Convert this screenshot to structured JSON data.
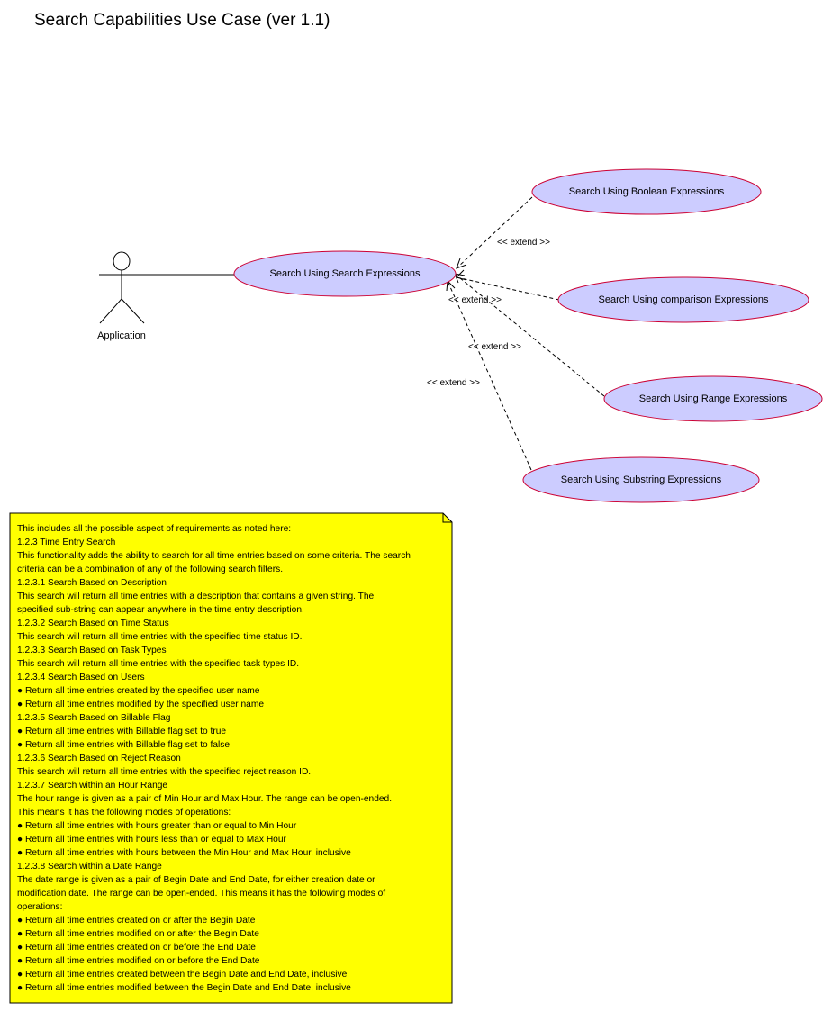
{
  "title": "Search Capabilities Use Case (ver 1.1)",
  "actor": {
    "label": "Application"
  },
  "use_cases": {
    "main": "Search Using Search Expressions",
    "boolean": "Search Using Boolean Expressions",
    "comparison": "Search Using comparison Expressions",
    "range": "Search Using Range Expressions",
    "substring": "Search Using Substring Expressions"
  },
  "relations": {
    "boolean": "<< extend >>",
    "comparison": "<< extend >>",
    "range": "<< extend >>",
    "substring": "<< extend >>"
  },
  "colors": {
    "use_case_fill": "#ccccff",
    "use_case_border": "#cc0033",
    "note_fill": "#ffff00"
  },
  "note": {
    "lines": [
      "This includes all the possible aspect of requirements as noted here:",
      "1.2.3 Time Entry Search",
      "This functionality adds the ability to search for all time entries based on some criteria. The search",
      "criteria can be a combination of any of the following search filters.",
      "1.2.3.1 Search Based on Description",
      "This search will return all time entries with a description that contains a given string. The",
      "specified sub-string can appear anywhere in the time entry description.",
      "1.2.3.2 Search Based on Time Status",
      "This search will return all time entries with the specified time status ID.",
      "1.2.3.3 Search Based on Task Types",
      "This search will return all time entries with the specified task types ID.",
      "1.2.3.4 Search Based on Users",
      "● Return all time entries created by the specified user name",
      "● Return all time entries modified by the specified user name",
      "1.2.3.5 Search Based on Billable Flag",
      "● Return all time entries with Billable flag set to true",
      "● Return all time entries with Billable flag set to false",
      "1.2.3.6 Search Based on Reject Reason",
      "This search will return all time entries with the specified reject reason ID.",
      "1.2.3.7 Search within an Hour Range",
      "The hour range is given as a pair of Min Hour and Max Hour. The range can be open-ended.",
      "This means it has the following modes of operations:",
      "● Return all time entries with hours greater than or equal to Min Hour",
      "● Return all time entries with hours less than or equal to Max Hour",
      "● Return all time entries with hours between the Min Hour and Max Hour, inclusive",
      "1.2.3.8 Search within a Date Range",
      "The date range is given as a pair of Begin Date and End Date, for either creation date or",
      "modification date. The range can be open-ended. This means it has the following modes of",
      "operations:",
      "● Return all time entries created on or after the Begin Date",
      "● Return all time entries modified on or after the Begin Date",
      "● Return all time entries created on or before the End Date",
      "● Return all time entries modified on or before the End Date",
      "● Return all time entries created between the Begin Date and End Date, inclusive",
      "● Return all time entries modified between the Begin Date and End Date, inclusive"
    ]
  }
}
